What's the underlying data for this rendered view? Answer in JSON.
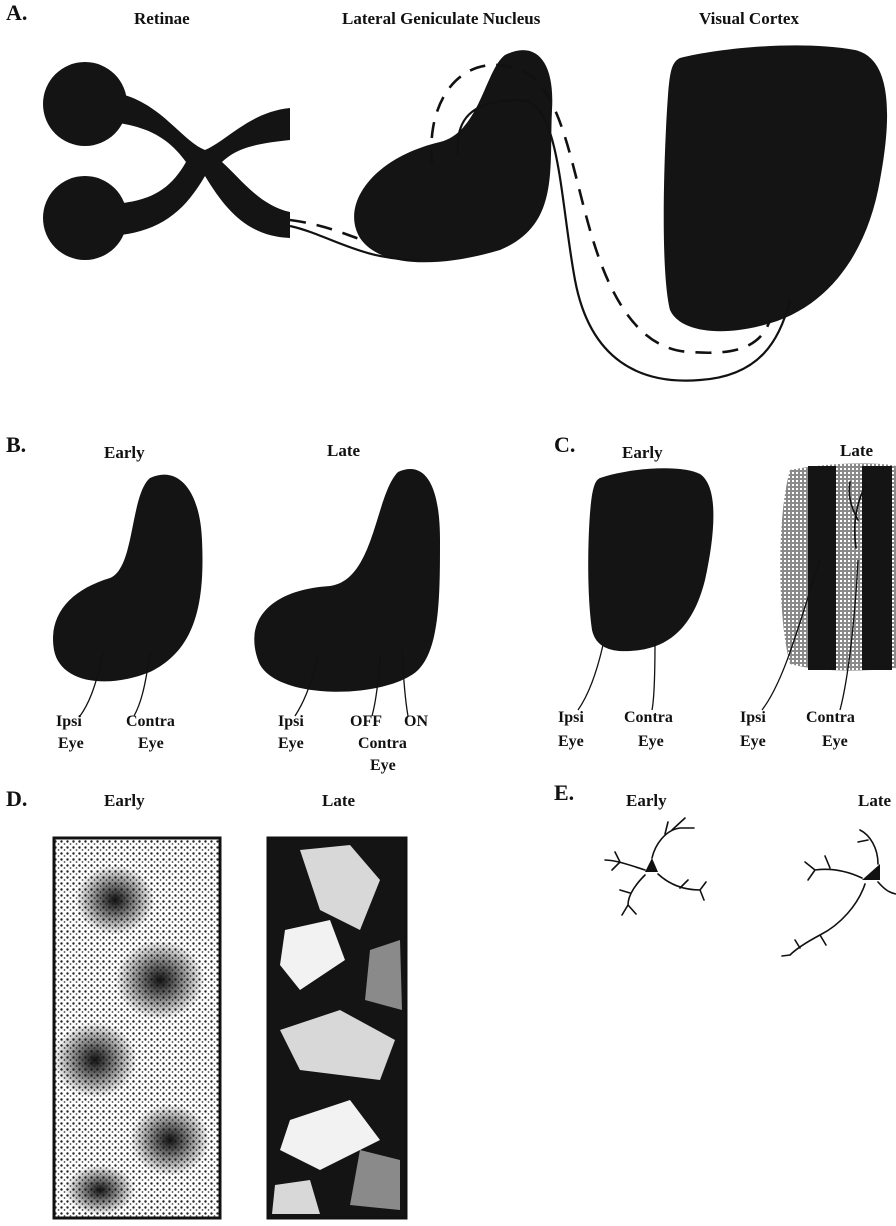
{
  "panel_a": {
    "letter": "A.",
    "titles": {
      "retinae": "Retinae",
      "lgn": "Lateral Geniculate Nucleus",
      "cortex": "Visual Cortex"
    }
  },
  "panel_b": {
    "letter": "B.",
    "early": "Early",
    "late": "Late",
    "early_labels": {
      "ipsi": "Ipsi",
      "ipsi_eye": "Eye",
      "contra": "Contra",
      "contra_eye": "Eye"
    },
    "late_labels": {
      "ipsi": "Ipsi",
      "ipsi_eye": "Eye",
      "off": "OFF",
      "on": "ON",
      "contra": "Contra",
      "contra_eye": "Eye"
    }
  },
  "panel_c": {
    "letter": "C.",
    "early": "Early",
    "late": "Late",
    "early_labels": {
      "ipsi": "Ipsi",
      "ipsi_eye": "Eye",
      "contra": "Contra",
      "contra_eye": "Eye"
    },
    "late_labels": {
      "ipsi": "Ipsi",
      "ipsi_eye": "Eye",
      "contra": "Contra",
      "contra_eye": "Eye"
    }
  },
  "panel_d": {
    "letter": "D.",
    "early": "Early",
    "late": "Late"
  },
  "panel_e": {
    "letter": "E.",
    "early": "Early",
    "late": "Late"
  },
  "colors": {
    "ink": "#111111",
    "background": "#ffffff",
    "mid_gray": "#8a8a8a",
    "light_gray": "#d8d8d8"
  }
}
